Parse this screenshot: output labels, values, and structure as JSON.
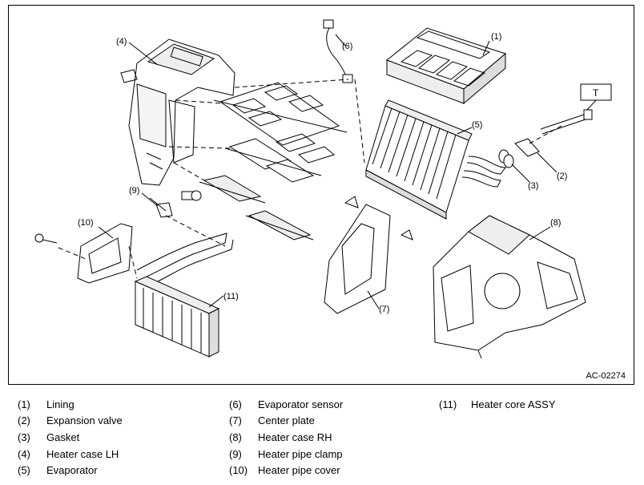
{
  "diagram": {
    "code": "AC-02274",
    "tool_label": "T",
    "callouts": [
      "(1)",
      "(2)",
      "(3)",
      "(4)",
      "(5)",
      "(6)",
      "(7)",
      "(8)",
      "(9)",
      "(10)",
      "(11)"
    ]
  },
  "legend": [
    {
      "num": "(1)",
      "text": "Lining"
    },
    {
      "num": "(2)",
      "text": "Expansion valve"
    },
    {
      "num": "(3)",
      "text": "Gasket"
    },
    {
      "num": "(4)",
      "text": "Heater case LH"
    },
    {
      "num": "(5)",
      "text": "Evaporator"
    },
    {
      "num": "(6)",
      "text": "Evaporator sensor"
    },
    {
      "num": "(7)",
      "text": "Center plate"
    },
    {
      "num": "(8)",
      "text": "Heater case RH"
    },
    {
      "num": "(9)",
      "text": "Heater pipe clamp"
    },
    {
      "num": "(10)",
      "text": "Heater pipe cover"
    },
    {
      "num": "(11)",
      "text": "Heater core ASSY"
    }
  ]
}
